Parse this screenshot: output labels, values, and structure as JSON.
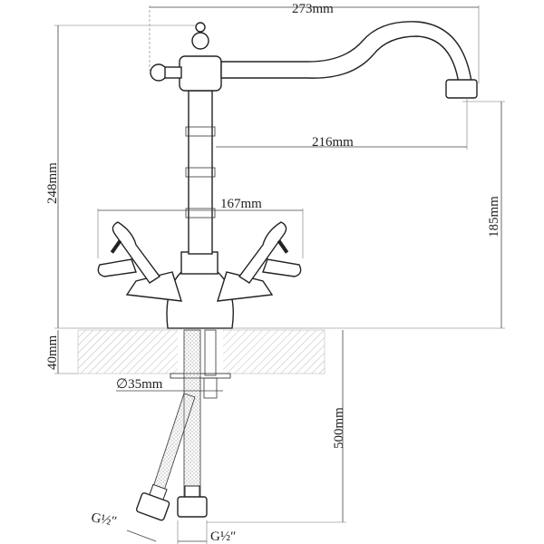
{
  "title": "Faucet dimension drawing",
  "dimensions": {
    "total_width": "273mm",
    "spout_reach": "216mm",
    "handle_span": "167mm",
    "total_height": "248mm",
    "spout_height": "185mm",
    "counter_thickness": "40mm",
    "hole_diameter": "∅35mm",
    "hose_length": "500mm",
    "thread_left": "G½″",
    "thread_right": "G½″"
  },
  "colors": {
    "line": "#222222",
    "hatch": "#999999"
  }
}
